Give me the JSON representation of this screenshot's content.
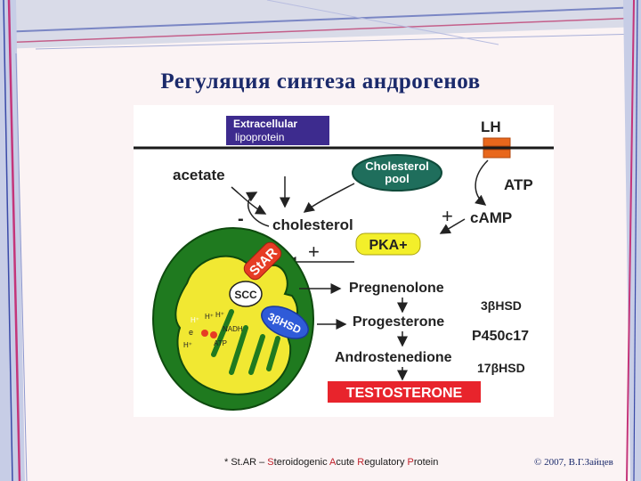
{
  "slide": {
    "title": "Регуляция синтеза андрогенов",
    "footnote": {
      "prefix": "* St.AR – ",
      "parts": [
        {
          "hl": "S",
          "rest": "teroidogenic "
        },
        {
          "hl": "A",
          "rest": "cute "
        },
        {
          "hl": "R",
          "rest": "egulatory "
        },
        {
          "hl": "P",
          "rest": "rotein"
        }
      ]
    },
    "copyright": "© 2007, В.Г.Зайцев"
  },
  "diagram": {
    "extracellular": "Extracellular lipoprotein",
    "extracellular_line1": "Extracellular",
    "extracellular_line2": "lipoprotein",
    "lh": "LH",
    "atp": "ATP",
    "camp": "cAMP",
    "acetate": "acetate",
    "cholesterol_pool_line1": "Cholesterol",
    "cholesterol_pool_line2": "pool",
    "cholesterol": "cholesterol",
    "minus": "-",
    "plus": "+",
    "pka": "PKA+",
    "star": "StAR",
    "scc": "SCC",
    "hsd3b_enzyme": "3βHSD",
    "nadh": "NADH",
    "atp_small": "ATP",
    "h_plus": "H⁺",
    "e_minus": "e",
    "pregnenolone": "Pregnenolone",
    "progesterone": "Progesterone",
    "androstenedione": "Androstenedione",
    "testosterone": "TESTOSTERONE",
    "hsd3b": "3βHSD",
    "p450c17": "P450c17",
    "hsd17b": "17βHSD",
    "colors": {
      "lipoprotein_box": "#3d2b8e",
      "pool_ellipse": "#1f6e5c",
      "lh_receptor": "#e8671c",
      "pka_box": "#f3ef2a",
      "star": "#e63c24",
      "mito_outer": "#1f7a1f",
      "mito_inner": "#f1e832",
      "hsd_enzyme": "#2f5bd8",
      "testosterone_box": "#e8242c",
      "title": "#1b2a6b"
    }
  }
}
